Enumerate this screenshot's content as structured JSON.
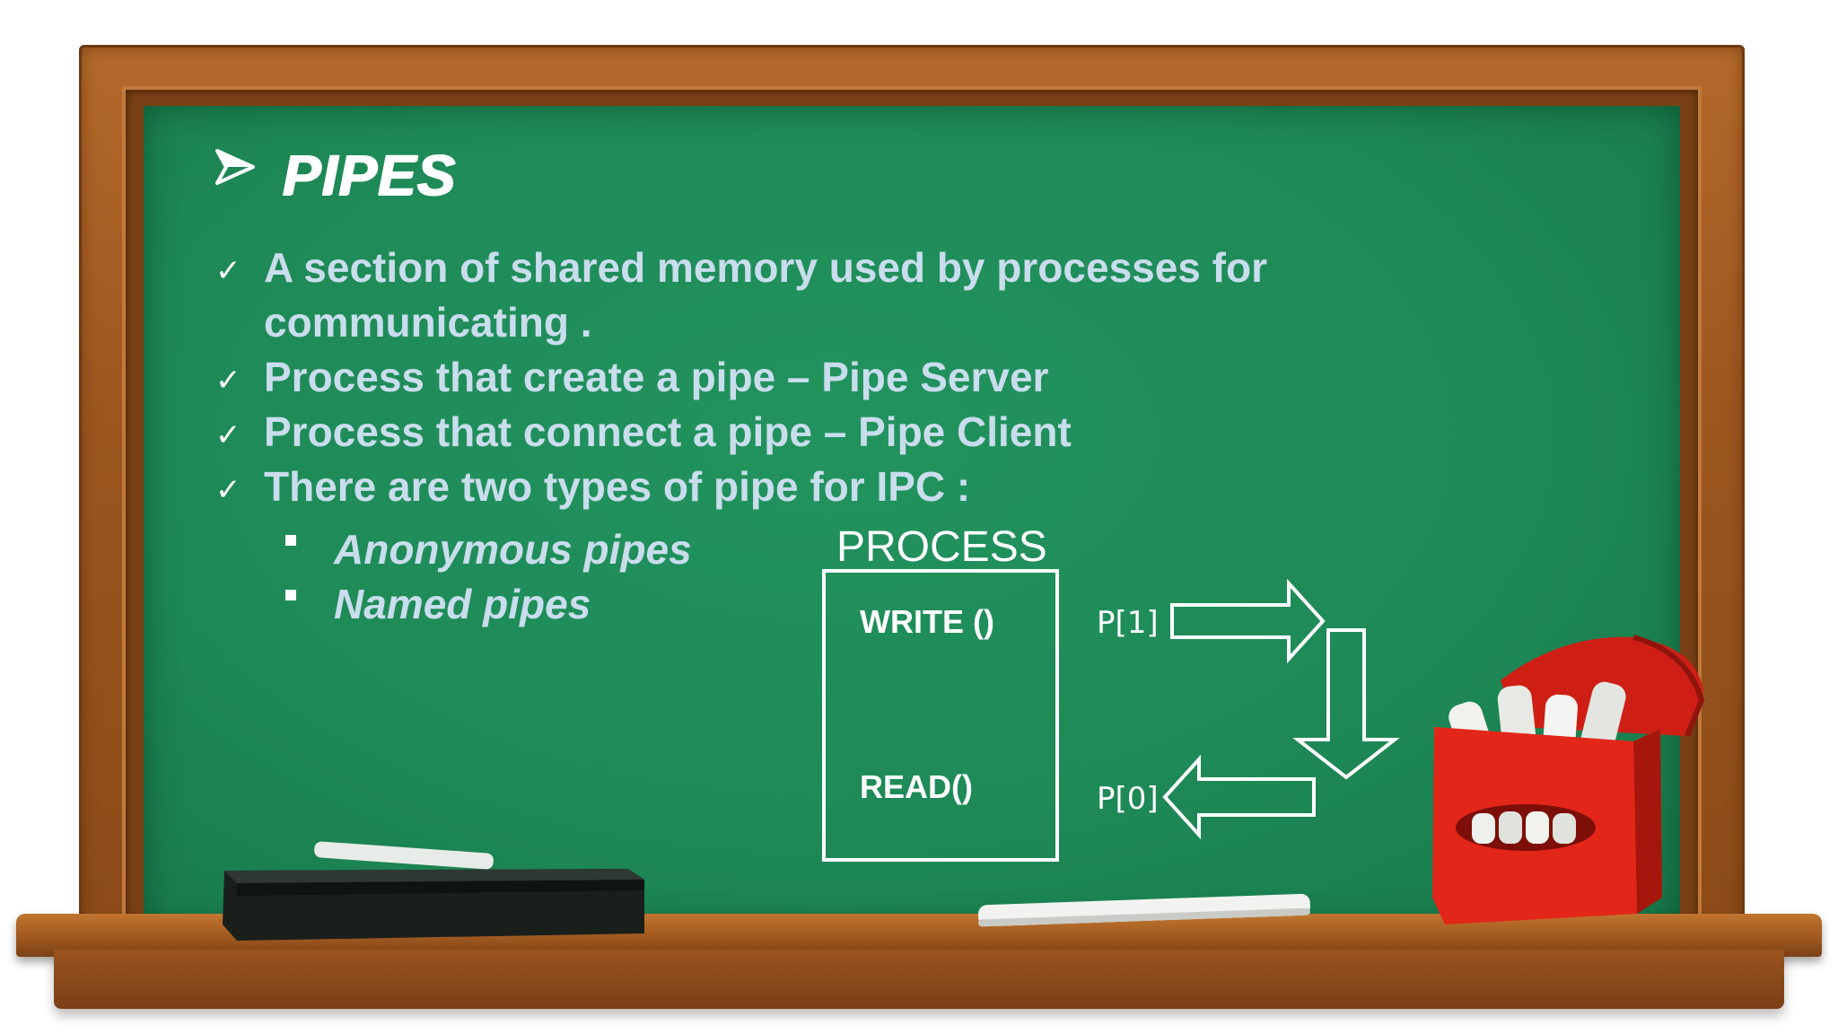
{
  "slide": {
    "title": "PIPES",
    "bullets": [
      "A section of shared memory used by processes for communicating .",
      "Process that create a pipe – Pipe Server",
      "Process that connect a pipe – Pipe Client",
      "There are two types of pipe for IPC :"
    ],
    "sub_bullets": [
      "Anonymous pipes",
      "Named pipes"
    ]
  },
  "diagram": {
    "process_label": "PROCESS",
    "write_label": "WRITE ()",
    "read_label": "READ()",
    "p1_label": "P[1]",
    "p0_label": "P[0]"
  },
  "icons": {
    "title_bullet": "arrowhead-icon",
    "list_bullet": "checkmark-icon",
    "sub_bullet": "square-bullet-icon"
  },
  "colors": {
    "board": "#1e8a57",
    "frame": "#9c5720",
    "text": "#c9dded",
    "title": "#ffffff"
  }
}
